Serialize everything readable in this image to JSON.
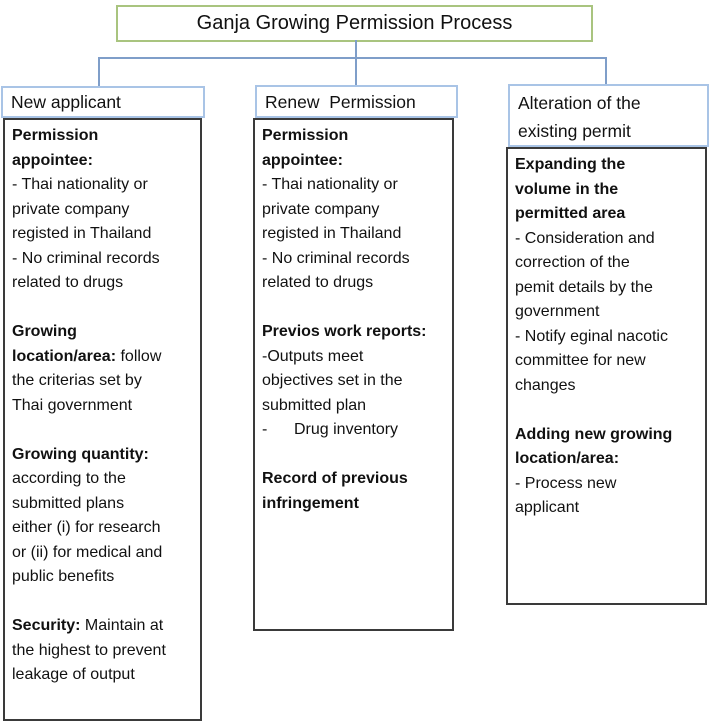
{
  "title": {
    "text": "Ganja Growing Permission Process"
  },
  "colors": {
    "title_border": "#a9c47f",
    "connector_blue": "#7f9ec9",
    "header_border": "#a9c4e6",
    "body_border": "#3a3a3a",
    "text": "#111111"
  },
  "columns": [
    {
      "id": "new-applicant",
      "header": "New applicant",
      "runs": [
        {
          "b": true,
          "t": "Permission\nappointee:"
        },
        {
          "b": false,
          "t": "\n- Thai nationality or\nprivate company\nregisted in Thailand\n- No criminal records\nrelated to drugs\n\n"
        },
        {
          "b": true,
          "t": "Growing\nlocation/area:"
        },
        {
          "b": false,
          "t": " follow\nthe criterias set by\nThai government\n\n"
        },
        {
          "b": true,
          "t": "Growing quantity:"
        },
        {
          "b": false,
          "t": "\naccording to the\nsubmitted plans\neither (i) for research\nor (ii) for medical and\npublic benefits\n\n"
        },
        {
          "b": true,
          "t": "Security:"
        },
        {
          "b": false,
          "t": " Maintain at\nthe highest to prevent\nleakage of output"
        }
      ]
    },
    {
      "id": "renew-permission",
      "header": "Renew  Permission",
      "runs": [
        {
          "b": true,
          "t": "Permission\nappointee:"
        },
        {
          "b": false,
          "t": "\n- Thai nationality or\nprivate company\nregisted in Thailand\n- No criminal records\nrelated to drugs\n\n"
        },
        {
          "b": true,
          "t": "Previos work reports:"
        },
        {
          "b": false,
          "t": "\n-Outputs meet\nobjectives set in the\nsubmitted plan\n-      Drug inventory\n\n"
        },
        {
          "b": true,
          "t": "Record of previous\ninfringement"
        }
      ]
    },
    {
      "id": "alteration-existing-permit",
      "header": "Alteration of the\nexisting permit",
      "runs": [
        {
          "b": true,
          "t": "Expanding the\nvolume in the\npermitted area"
        },
        {
          "b": false,
          "t": "\n- Consideration and\ncorrection of the\npemit details by the\ngovernment\n- Notify eginal nacotic\ncommittee for new\nchanges\n\n"
        },
        {
          "b": true,
          "t": "Adding new growing\nlocation/area:"
        },
        {
          "b": false,
          "t": "\n- Process new\napplicant"
        }
      ]
    }
  ]
}
